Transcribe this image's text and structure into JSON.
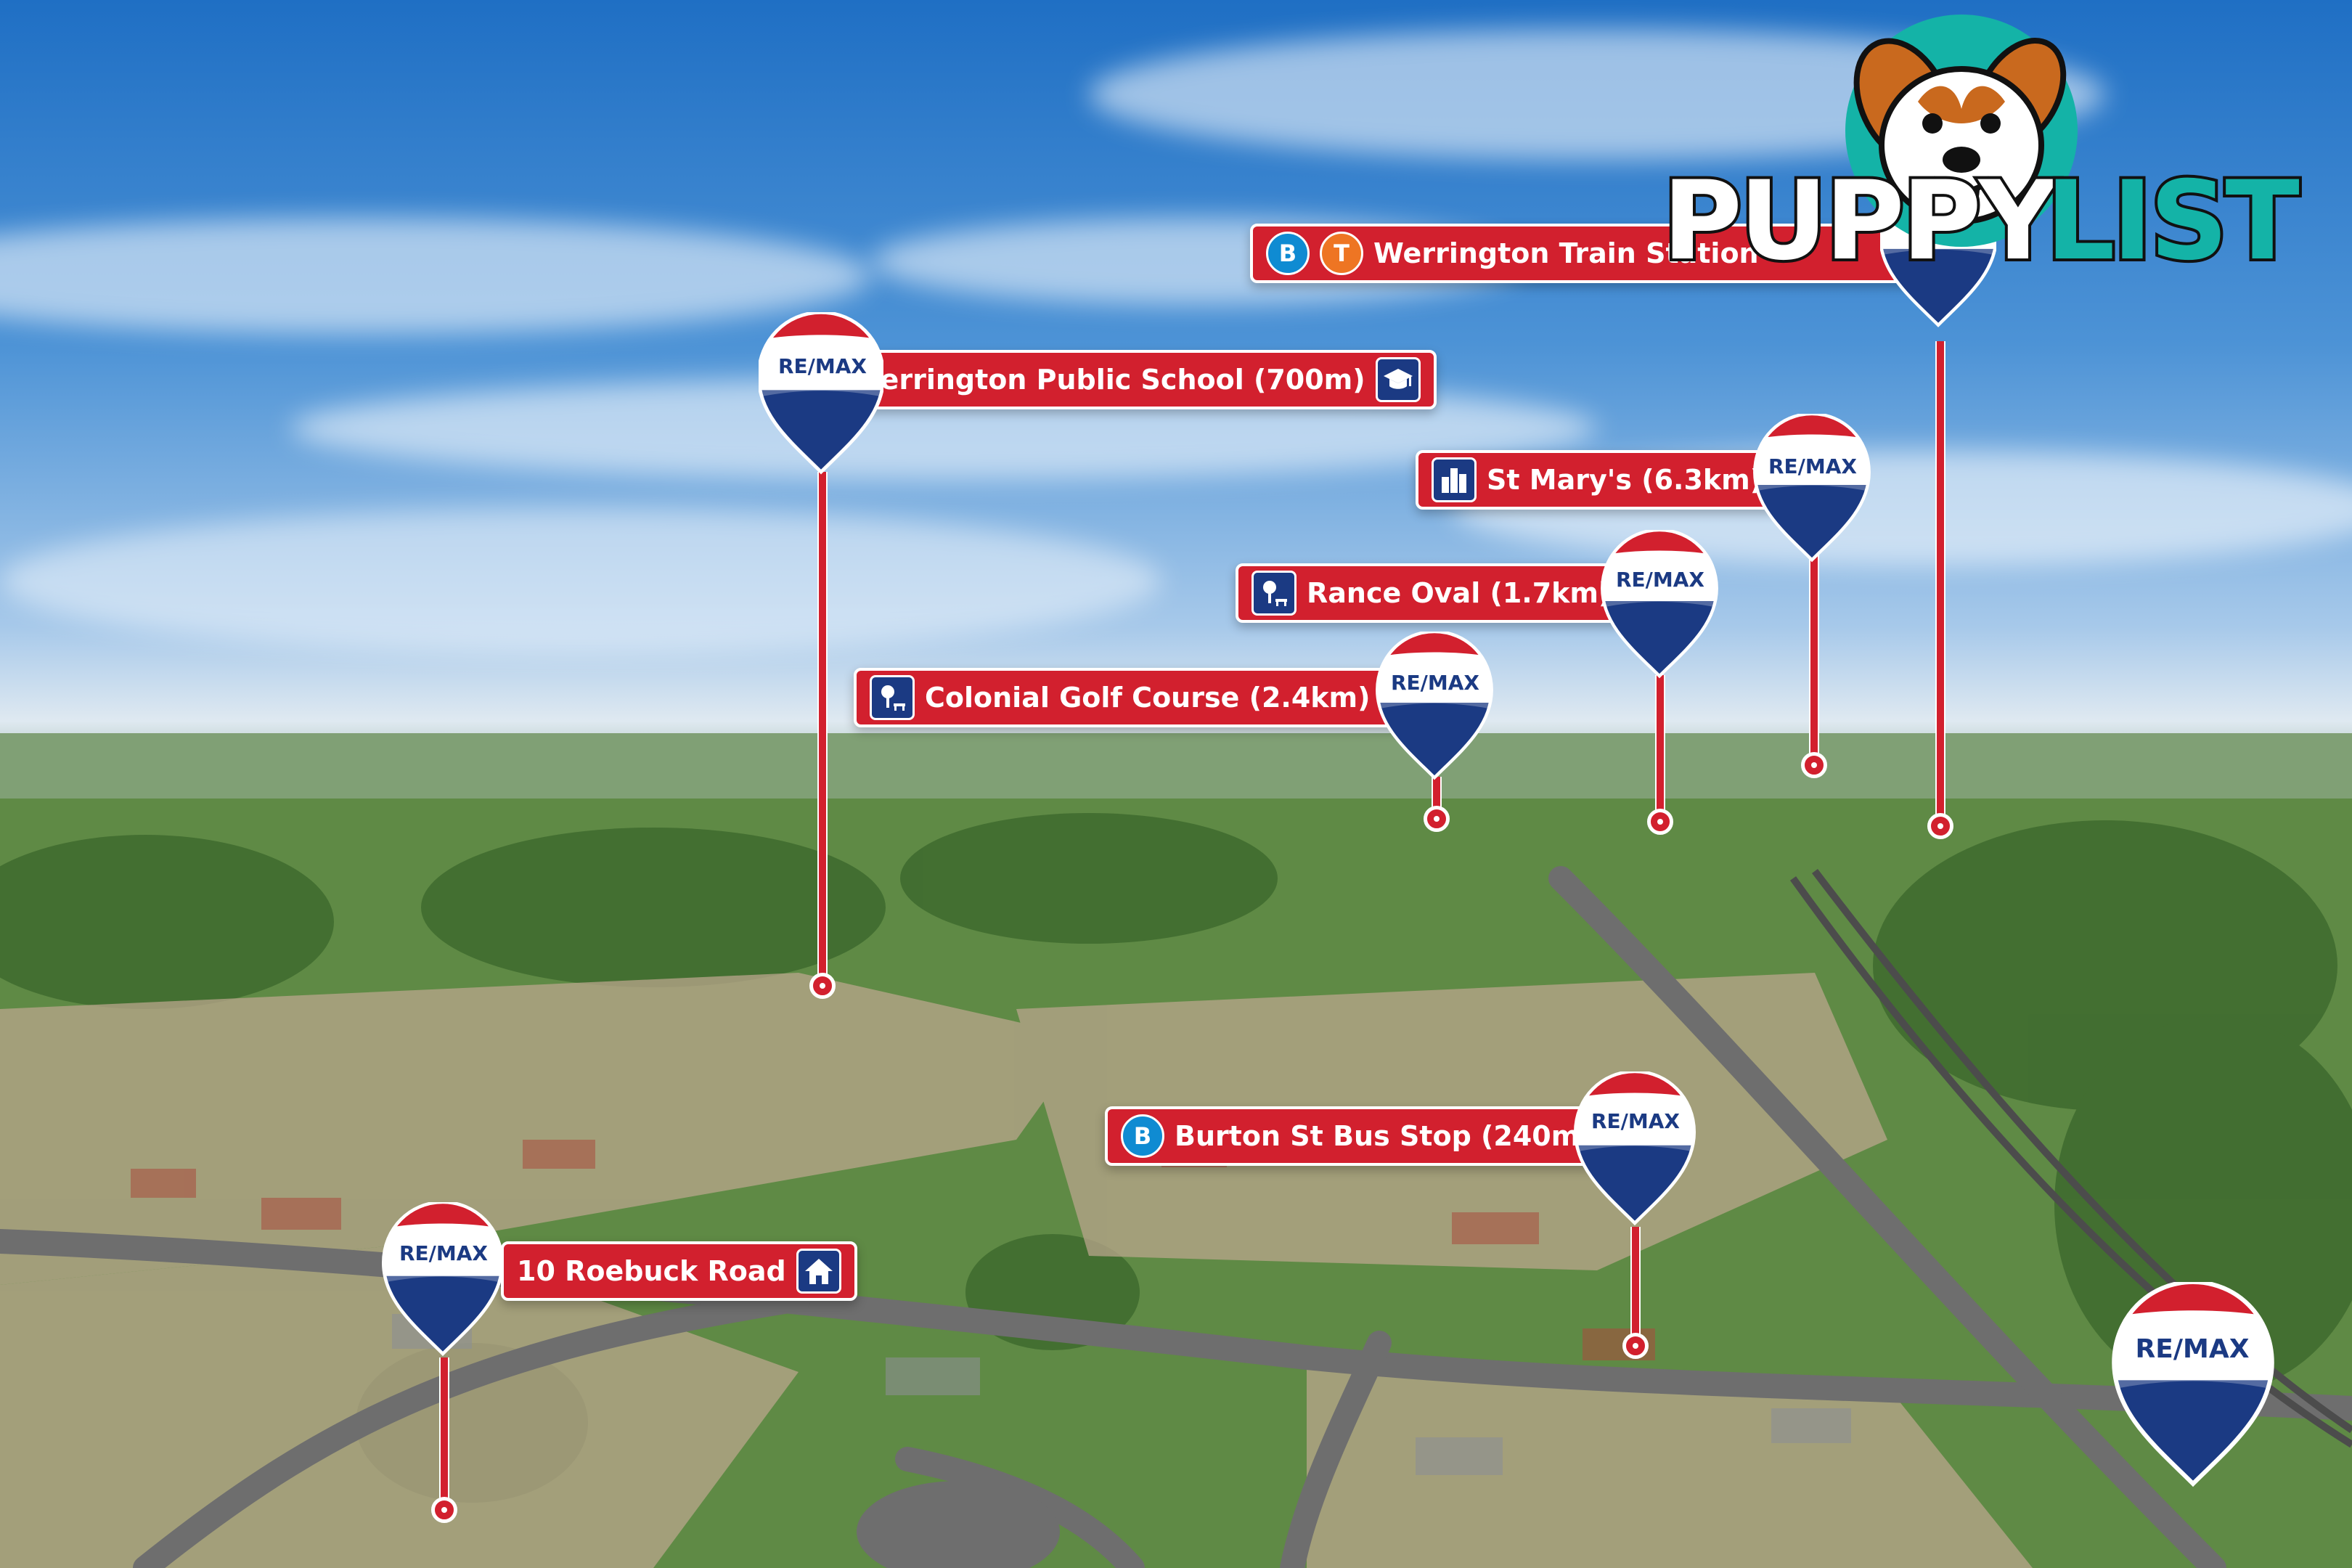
{
  "brand": {
    "balloon_text": "RE/MAX",
    "watermark_part1": "PUPPY",
    "watermark_part2": "LIST",
    "watermark_icon": "dog-head-icon",
    "colors": {
      "remax_red": "#d2202e",
      "remax_blue": "#1b3a83",
      "callout_red": "#d2202e",
      "puppylist_teal": "#14b3a7"
    }
  },
  "callouts": {
    "train_station": {
      "label": "Werrington Train Station",
      "bus_badge": "B",
      "train_badge": "T",
      "icon": "bus-train-badges"
    },
    "school": {
      "label": "Werrington Public School (700m)",
      "icon": "graduation-cap-icon"
    },
    "st_marys": {
      "label": "St Mary's (6.3km)",
      "icon": "city-buildings-icon"
    },
    "rance_oval": {
      "label": "Rance Oval (1.7km)",
      "icon": "park-tree-bench-icon"
    },
    "golf": {
      "label": "Colonial Golf Course (2.4km)",
      "icon": "park-tree-bench-icon"
    },
    "bus_stop": {
      "label": "Burton St Bus Stop (240m)",
      "bus_badge": "B"
    },
    "property": {
      "label": "10 Roebuck Road",
      "icon": "house-icon"
    }
  }
}
